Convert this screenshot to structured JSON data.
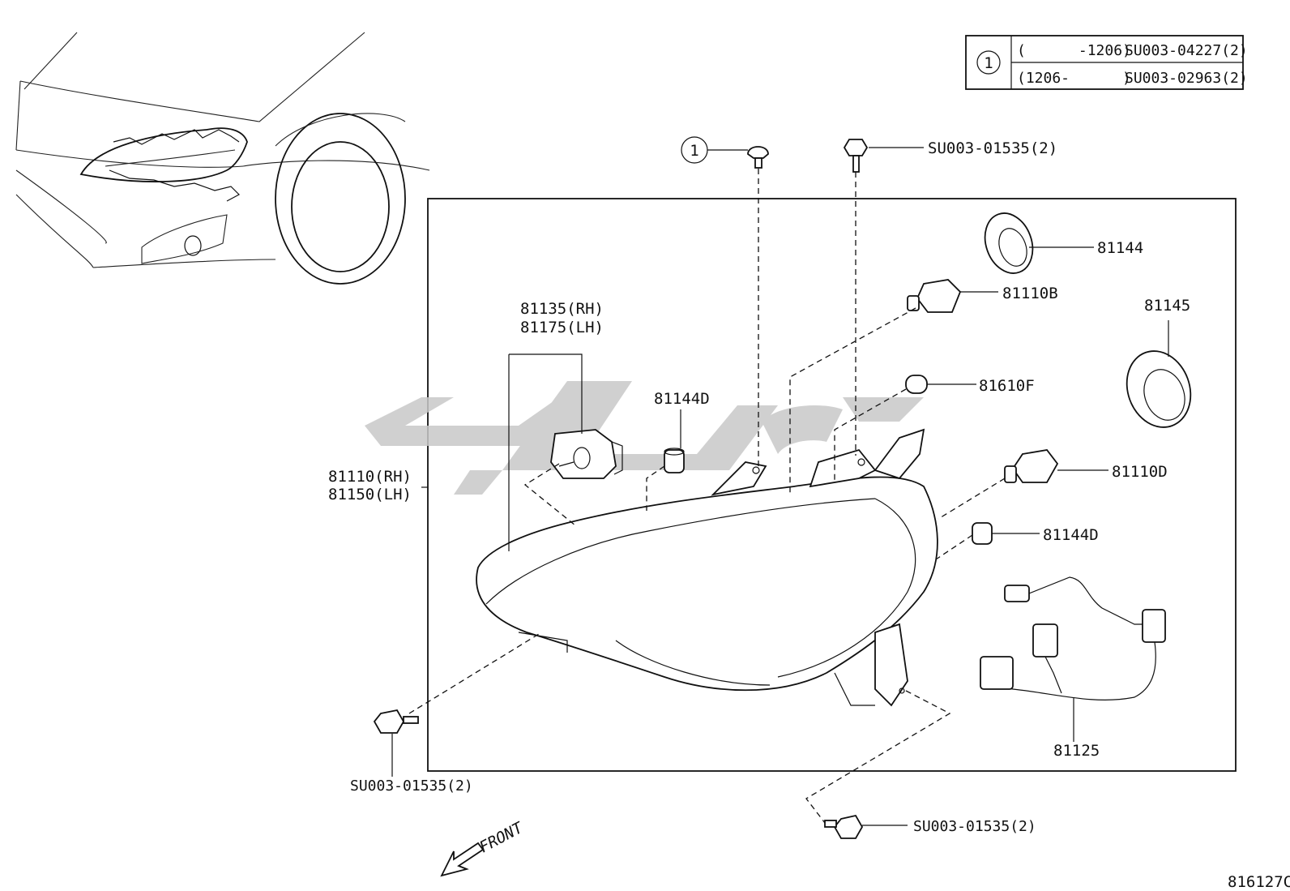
{
  "table": {
    "symbol": "1",
    "rows": [
      {
        "range": "(      -1206)",
        "part": "SU003-04227(2)"
      },
      {
        "range": "(1206-      )",
        "part": "SU003-02963(2)"
      }
    ]
  },
  "labels": {
    "callout_symbol": "1",
    "bolt_top": "SU003-01535(2)",
    "bolt_left": "SU003-01535(2)",
    "bolt_bottom": "SU003-01535(2)",
    "p81144": "81144",
    "p81110b": "81110B",
    "p81145": "81145",
    "p81135": "81135(RH)",
    "p81175": "81175(LH)",
    "p81144d_a": "81144D",
    "p81610f": "81610F",
    "p81110": "81110(RH)",
    "p81150": "81150(LH)",
    "p81110d": "81110D",
    "p81144d_b": "81144D",
    "p81125": "81125",
    "front": "FRONT",
    "figure_id": "816127C"
  },
  "colors": {
    "line": "#111111",
    "watermark": "#c8c8c8"
  }
}
